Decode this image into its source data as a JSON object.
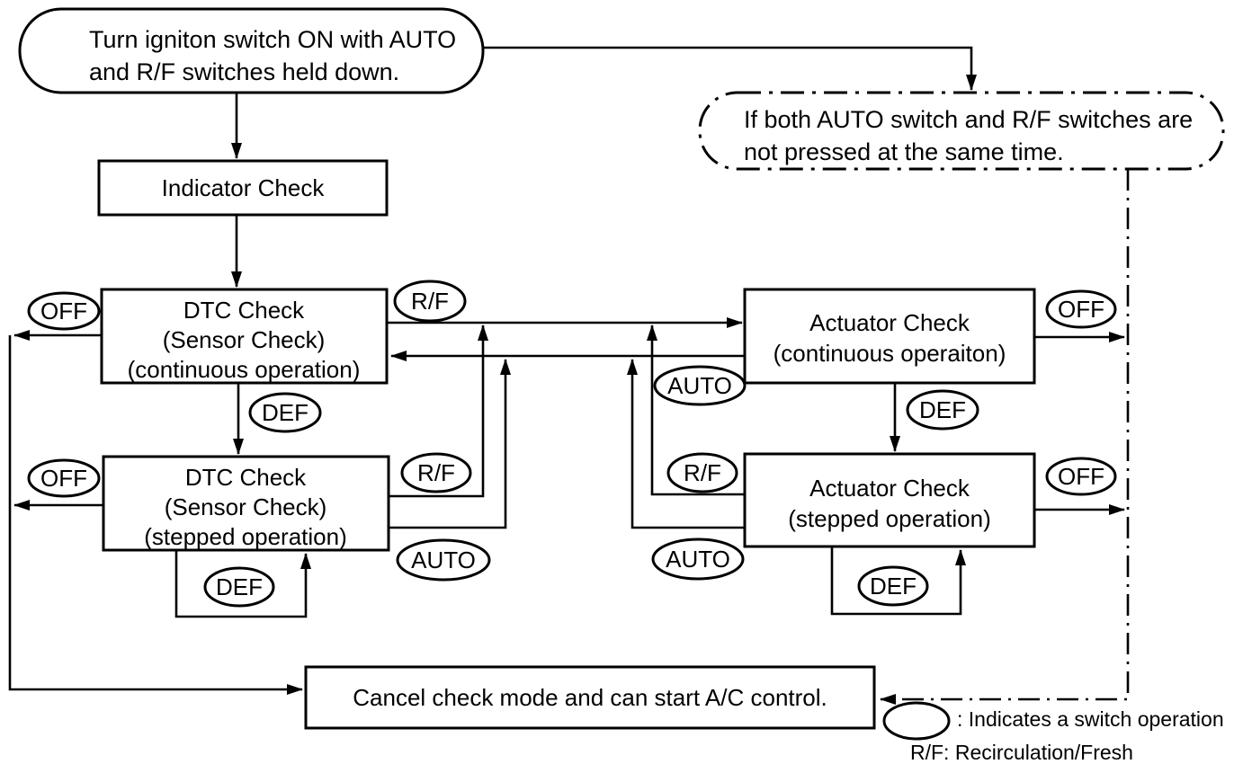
{
  "nodes": {
    "start": {
      "lines": [
        "Turn igniton switch ON with AUTO",
        "and R/F switches held down."
      ]
    },
    "indicator_check": {
      "label": "Indicator Check"
    },
    "dtc_check_continuous": {
      "lines": [
        "DTC Check",
        "(Sensor Check)",
        "(continuous operation)"
      ]
    },
    "dtc_check_stepped": {
      "lines": [
        "DTC Check",
        "(Sensor Check)",
        "(stepped operation)"
      ]
    },
    "actuator_check_continuous": {
      "lines": [
        "Actuator Check",
        "(continuous operaiton)"
      ]
    },
    "actuator_check_stepped": {
      "lines": [
        "Actuator Check",
        "(stepped operation)"
      ]
    },
    "no_press_condition": {
      "lines": [
        "If both AUTO switch and R/F switches are",
        "not pressed at the same time."
      ]
    },
    "cancel": {
      "label": "Cancel check mode and can start A/C control."
    }
  },
  "switches": {
    "off": "OFF",
    "rf": "R/F",
    "auto": "AUTO",
    "def": "DEF"
  },
  "legend": {
    "oval_meaning": ": Indicates a switch operation",
    "rf_meaning": "R/F: Recirculation/Fresh"
  },
  "colors": {
    "line": "#000000",
    "background": "#ffffff"
  }
}
